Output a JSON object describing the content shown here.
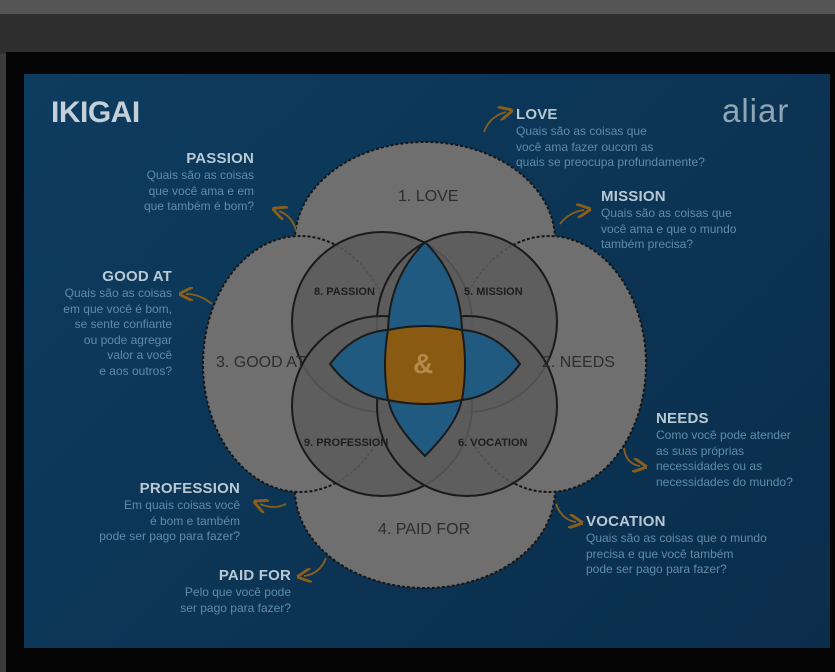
{
  "title": "IKIGAI",
  "logo": "aliar",
  "circles": {
    "love": "1. LOVE",
    "needs": "2. NEEDS",
    "good_at": "3. GOOD AT",
    "paid_for": "4. PAID FOR"
  },
  "overlaps": {
    "mission": "5. MISSION",
    "vocation": "6. VOCATION",
    "passion": "8. PASSION",
    "profession": "9. PROFESSION",
    "center": "&"
  },
  "notes": {
    "love": {
      "heading": "LOVE",
      "lines": [
        "Quais são as coisas que",
        "você ama fazer oucom as",
        "quais se preocupa profundamente?"
      ]
    },
    "mission": {
      "heading": "MISSION",
      "lines": [
        "Quais são as coisas que",
        "você ama e que o mundo",
        "também precisa?"
      ]
    },
    "passion": {
      "heading": "PASSION",
      "lines": [
        "Quais são as coisas",
        "que você ama e em",
        "que também é bom?"
      ]
    },
    "good_at": {
      "heading": "GOOD AT",
      "lines": [
        "Quais são as coisas",
        "em que você é bom,",
        "se sente confiante",
        "ou pode agregar",
        "valor a você",
        "e aos outros?"
      ]
    },
    "needs": {
      "heading": "NEEDS",
      "lines": [
        "Como você pode atender",
        "as suas próprias",
        "necessidades ou as",
        "necessidades do mundo?"
      ]
    },
    "profession": {
      "heading": "PROFESSION",
      "lines": [
        "Em quais coisas você",
        "é bom e também",
        "pode ser pago para fazer?"
      ]
    },
    "vocation": {
      "heading": "VOCATION",
      "lines": [
        "Quais são as coisas que o mundo",
        "precisa e que você também",
        "pode ser pago para fazer?"
      ]
    },
    "paid_for": {
      "heading": "PAID FOR",
      "lines": [
        "Pelo que você pode",
        "ser pago para fazer?"
      ]
    }
  },
  "colors": {
    "background": "#0c3556",
    "circle_fill": "#6f6f6f",
    "petal_fill": "#5a5a5a",
    "lens_fill": "#225a80",
    "center_fill": "#8a5a12",
    "arrow": "#8a5f1c"
  }
}
